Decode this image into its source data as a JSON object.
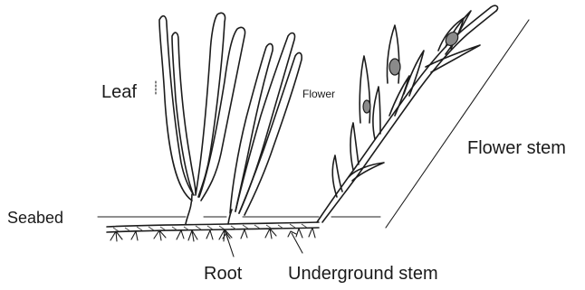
{
  "labels": {
    "leaf": "Leaf",
    "flower": "Flower",
    "flower_stem": "Flower stem",
    "seabed": "Seabed",
    "root": "Root",
    "underground_stem": "Underground stem"
  }
}
